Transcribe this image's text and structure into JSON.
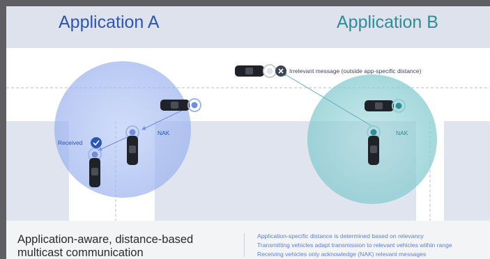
{
  "header": {
    "app_a_title": "Application A",
    "app_b_title": "Application B"
  },
  "scene": {
    "received_label": "Received",
    "nak_label_a": "NAK",
    "nak_label_b": "NAK",
    "irrelevant_label": "Irrelevant message (outside app-specific distance)"
  },
  "footer": {
    "title_line1": "Application-aware, distance-based",
    "title_line2": "multicast communication",
    "notes": [
      "Application-specific distance is determined based on relevancy",
      "Transmitting vehicles adapt transmission to relevant vehicles within range",
      "Receiving vehicles only acknowledge (NAK) relevant messages"
    ]
  },
  "colors": {
    "app_a": "#2c56b5",
    "app_b": "#2d8e98",
    "range_a": "#9fb6ef",
    "range_b": "#8fcfd3",
    "road": "#dfe4ee",
    "note_text": "#5b80d6"
  }
}
